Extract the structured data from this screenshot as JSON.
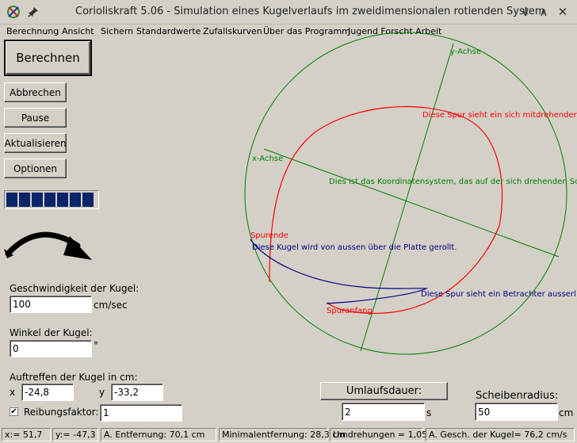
{
  "window": {
    "title": "Corioliskraft   5.06   -  Simulation eines Kugelverlaufs im zweidimensionalen rotienden System",
    "controls": {
      "minimize": "∨",
      "maximize": "∧",
      "close": "✕"
    }
  },
  "menu": [
    "Berechnung",
    "Ansicht",
    "Sichern",
    "Standardwerte",
    "Zufallskurven",
    "Über das Programm",
    "Jugend Forscht Arbeit"
  ],
  "buttons": {
    "berechnen": "Berechnen",
    "abbrechen": "Abbrechen",
    "pause": "Pause",
    "aktualisieren": "Aktualisieren",
    "optionen": "Optionen",
    "umlaufsdauer": "Umlaufsdauer:"
  },
  "progress": {
    "blocks": 7
  },
  "form": {
    "geschwindigkeit_label": "Geschwindigkeit der Kugel:",
    "geschwindigkeit_value": "100",
    "geschwindigkeit_unit": "cm/sec",
    "winkel_label": "Winkel der Kugel:",
    "winkel_value": "0",
    "winkel_unit": "°",
    "auftreffen_label": "Auftreffen der Kugel in cm:",
    "x_label": "x",
    "x_value": "-24,8",
    "y_label": "y",
    "y_value": "-33,2",
    "reibung_label": "Reibungsfaktor:",
    "reibung_value": "1",
    "reibung_checked": "✔",
    "umlauf_value": "2",
    "umlauf_unit": "s",
    "scheibenradius_label": "Scheibenradius:",
    "scheibenradius_value": "50",
    "scheibenradius_unit": "cm"
  },
  "plot": {
    "y_achse": "y-Achse",
    "x_achse": "x-Achse",
    "label_mitdrehend": "Diese Spur sieht ein sich mitdrehender",
    "label_koordinaten": "Dies ist das Koordinatensystem, das auf der sich drehenden Sc",
    "label_spurende": "Spurende",
    "label_kugel": "Diese Kugel wird von aussen über die Platte gerollt.",
    "label_betrachter": "Diese Spur sieht ein Betrachter ausserl",
    "label_spuranfang": "Spuranfang",
    "colors": {
      "axes": "#008000",
      "rotating_track": "#ff0000",
      "outside_track": "#000080"
    }
  },
  "status": {
    "x": "x:= 51,7",
    "y": "y:= -47,3",
    "entfernung": "A. Entfernung: 70,1 cm",
    "minimal": "Minimalentfernung: 28,3 cm",
    "umdrehungen": "Umdrehungen = 1,05",
    "geschw": "A. Gesch. der Kugel= 76,2 cm/s"
  }
}
